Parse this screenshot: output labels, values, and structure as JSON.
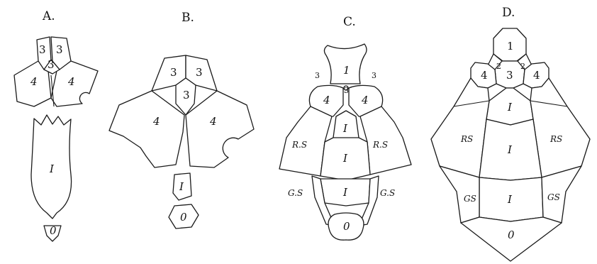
{
  "panels": {
    "A": {
      "letter": "A.",
      "labels": {
        "l3a": "3",
        "l3b": "3",
        "l3c": "3",
        "l4a": "4",
        "l4b": "4",
        "lI": "I",
        "l0": "0"
      }
    },
    "B": {
      "letter": "B.",
      "labels": {
        "l3a": "3",
        "l3b": "3",
        "l3c": "3",
        "l4a": "4",
        "l4b": "4",
        "lI": "I",
        "l0": "0"
      }
    },
    "C": {
      "letter": "C.",
      "labels": {
        "l1": "1",
        "l3a": "3",
        "l3b": "3",
        "l3c": "3",
        "l4a": "4",
        "l4b": "4",
        "lIa": "I",
        "lIb": "I",
        "lIc": "I",
        "lRSa": "R.S",
        "lRSb": "R.S",
        "lGSa": "G.S",
        "lGSb": "G.S",
        "l0": "0"
      }
    },
    "D": {
      "letter": "D.",
      "labels": {
        "l1": "1",
        "l2a": "2",
        "l2b": "2",
        "l3": "3",
        "l4a": "4",
        "l4b": "4",
        "lIa": "I",
        "lIb": "I",
        "lIc": "I",
        "lRSa": "RS",
        "lRSb": "RS",
        "lGSa": "GS",
        "lGSb": "GS",
        "l0": "0"
      }
    }
  }
}
